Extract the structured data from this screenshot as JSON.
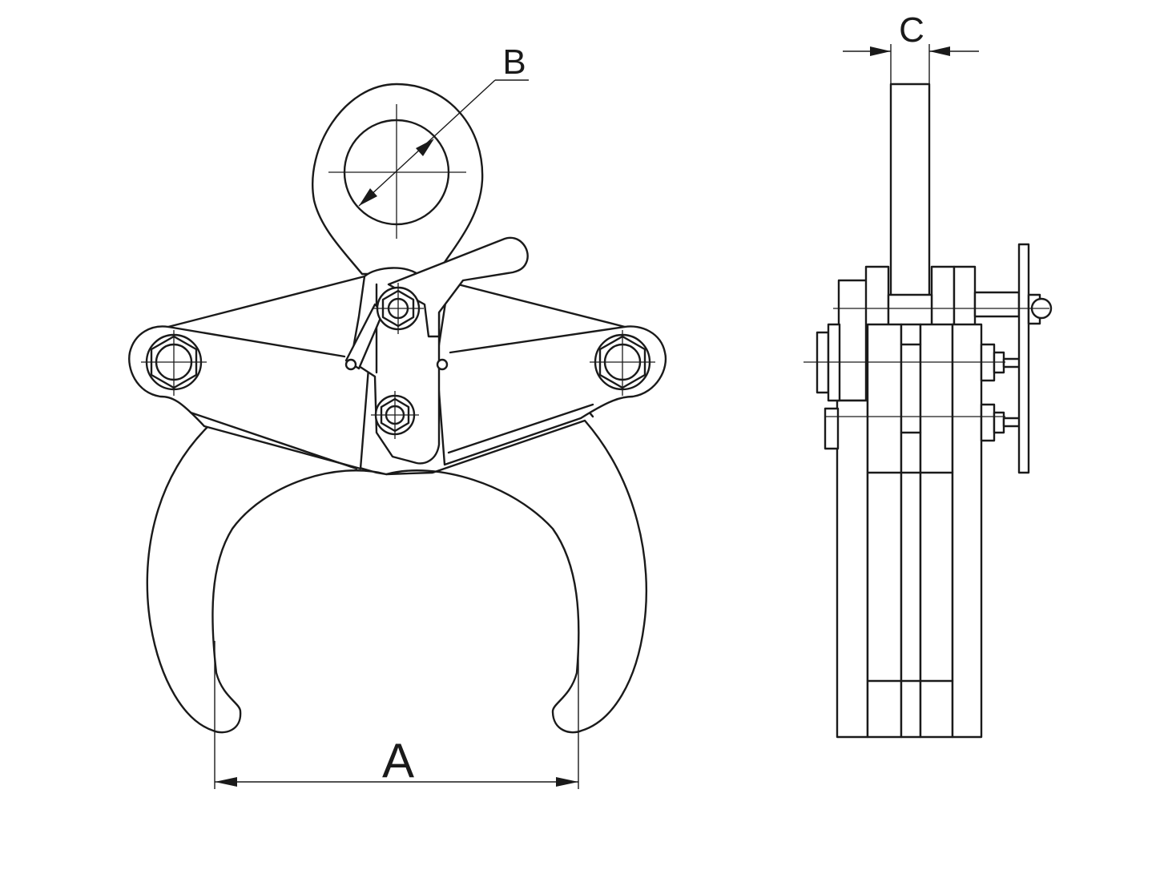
{
  "dimension_labels": {
    "a": "A",
    "b": "B",
    "c": "C"
  },
  "colors": {
    "line": "#1a1a1a",
    "background": "#ffffff"
  }
}
